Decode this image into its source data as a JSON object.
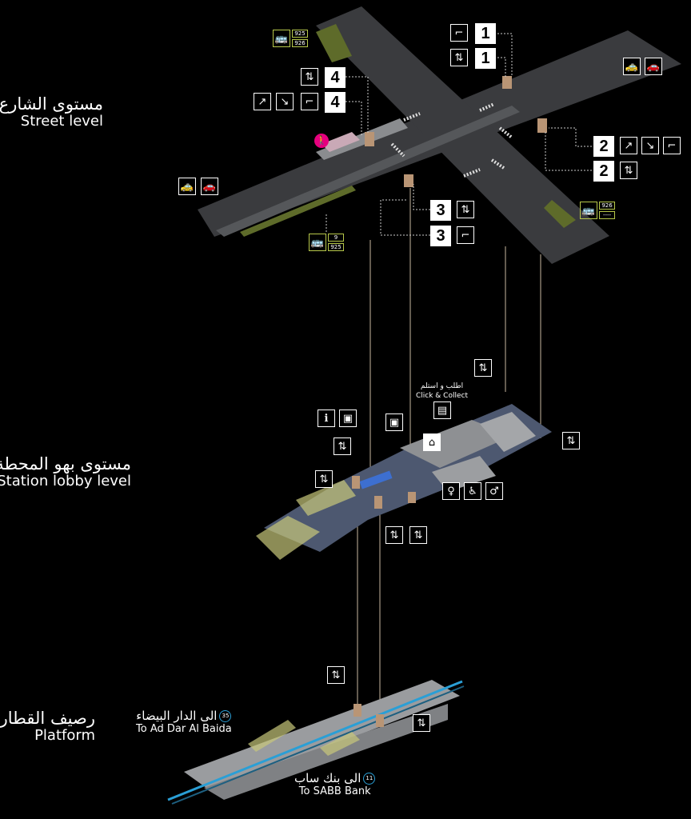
{
  "levels": {
    "street": {
      "ar": "مستوى الشارع",
      "en": "Street level"
    },
    "lobby": {
      "ar": "مستوى بهو المحطة",
      "en": "Station lobby level"
    },
    "platform": {
      "ar": "رصيف القطار",
      "en": "Platform"
    }
  },
  "entrances": [
    {
      "number": "1",
      "icons": [
        "stairs-icon"
      ]
    },
    {
      "number": "1",
      "icons": [
        "elevator-icon"
      ]
    },
    {
      "number": "2",
      "icons": [
        "escalator-up-icon",
        "escalator-down-icon",
        "stairs-icon"
      ]
    },
    {
      "number": "2",
      "icons": [
        "elevator-icon"
      ]
    },
    {
      "number": "3",
      "icons": [
        "elevator-icon"
      ]
    },
    {
      "number": "3",
      "icons": [
        "stairs-icon"
      ]
    },
    {
      "number": "4",
      "icons": [
        "elevator-icon"
      ]
    },
    {
      "number": "4",
      "icons": [
        "escalator-up-icon",
        "escalator-down-icon",
        "stairs-icon"
      ]
    }
  ],
  "bus_stops": [
    {
      "routes": [
        "925",
        "926"
      ]
    },
    {
      "routes": [
        "926",
        "----"
      ]
    },
    {
      "routes": [
        "9",
        "925"
      ]
    }
  ],
  "click_collect": {
    "ar": "اطلب و استلم",
    "en": "Click & Collect"
  },
  "directions": [
    {
      "line": "35",
      "ar": "الى الدار البيضاء",
      "en": "To Ad Dar Al Baida"
    },
    {
      "line": "11",
      "ar": "الى بنك ساب",
      "en": "To SABB Bank"
    }
  ],
  "colors": {
    "background": "#000000",
    "road": "#3a3b3e",
    "bus": "#b7c84a",
    "line": "#2a9fd6",
    "dropoff": "#e6007e"
  }
}
